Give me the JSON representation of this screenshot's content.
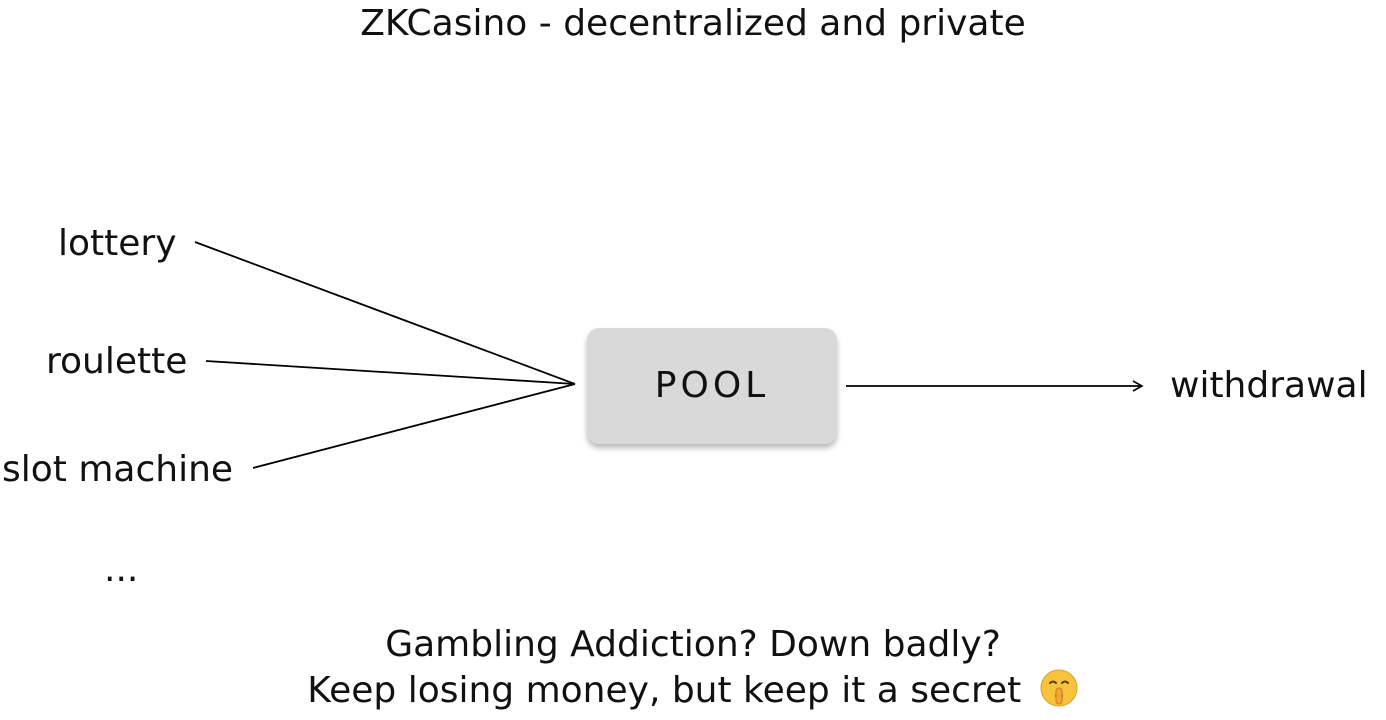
{
  "title": "ZKCasino - decentralized and private",
  "sources": [
    "lottery",
    "roulette",
    "slot machine",
    "..."
  ],
  "pool": {
    "label": "POOL"
  },
  "destination": "withdrawal",
  "tagline": {
    "line1": "Gambling Addiction? Down badly?",
    "line2": "Keep losing money, but keep it a secret",
    "emoji_icon": "shushing-face-icon"
  },
  "colors": {
    "pool_fill": "#d9d9d9",
    "line": "#000000",
    "text": "#111111"
  }
}
